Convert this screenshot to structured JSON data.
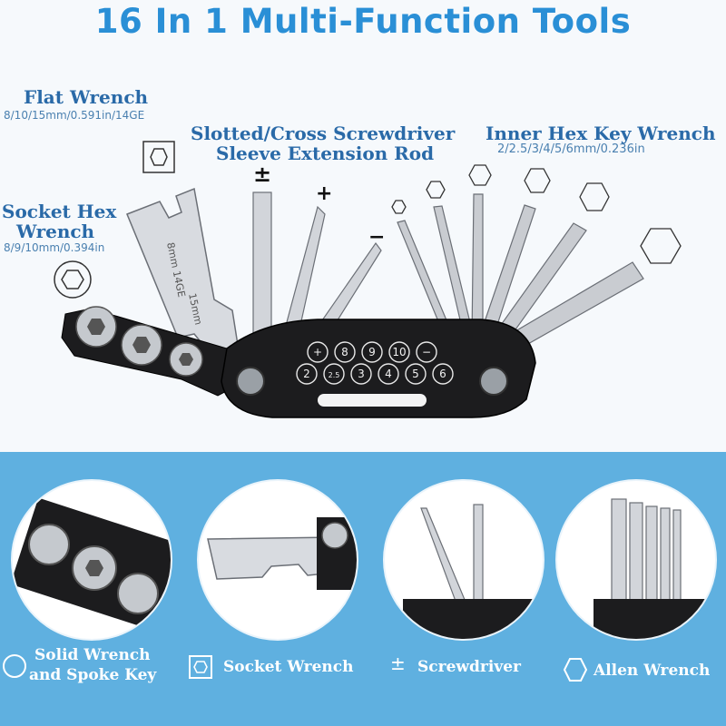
{
  "title": "16 In 1 Multi-Function Tools",
  "labels": {
    "flat_wrench": {
      "name": "Flat Wrench",
      "spec": "8/10/15mm/0.591in/14GE"
    },
    "screwdriver": {
      "name_line1": "Slotted/Cross Screwdriver",
      "name_line2": "Sleeve Extension Rod"
    },
    "hex_key": {
      "name": "Inner Hex Key Wrench",
      "spec": "2/2.5/3/4/5/6mm/0.236in"
    },
    "socket": {
      "name_line1": "Socket Hex",
      "name_line2": "Wrench",
      "spec": "8/9/10mm/0.394in"
    }
  },
  "symbols": {
    "plus": "+",
    "minus": "−",
    "plus_minus": "±"
  },
  "body_markings": {
    "row1": [
      "+",
      "8",
      "9",
      "10",
      "−"
    ],
    "row2": [
      "2",
      "2.5",
      "3",
      "4",
      "5",
      "6"
    ]
  },
  "captions": {
    "solid": {
      "line1": "Solid Wrench",
      "line2": "and Spoke Key"
    },
    "socket": "Socket Wrench",
    "screwdriver": "Screwdriver",
    "allen": "Allen Wrench"
  },
  "colors": {
    "title": "#2a8fd6",
    "label": "#2a6aa8",
    "banner": "#5fb0e0",
    "tool_body": "#1c1c1e"
  }
}
